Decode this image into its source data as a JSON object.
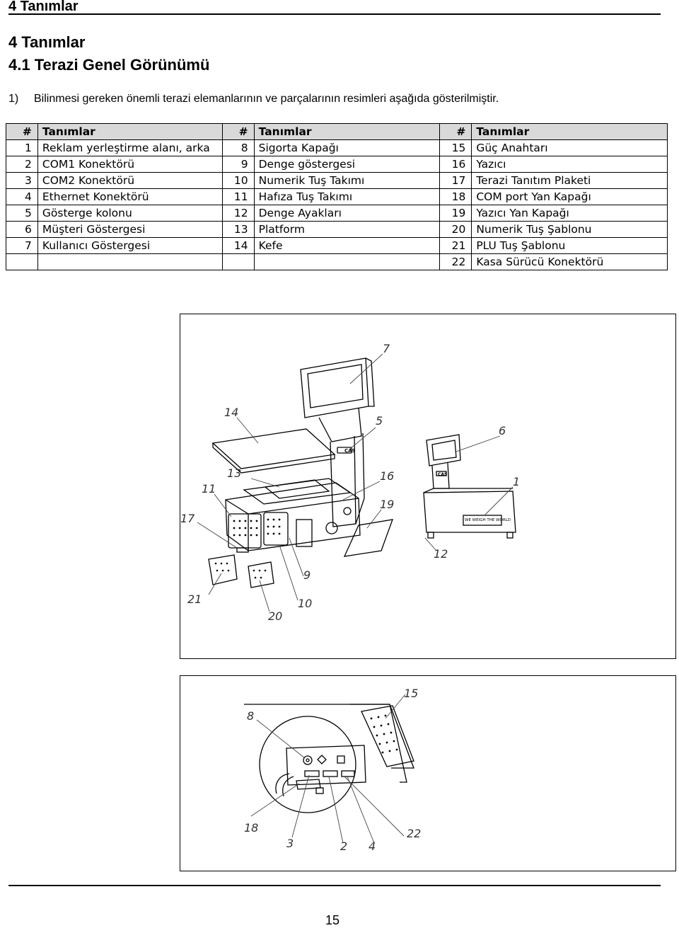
{
  "header": {
    "running_title": "4 Tanımlar"
  },
  "section": {
    "h1": "4 Tanımlar",
    "h2": "4.1 Terazi Genel Görünümü"
  },
  "intro": {
    "number": "1)",
    "text": "Bilinmesi gereken önemli terazi elemanlarının ve parçalarının resimleri aşağıda gösterilmiştir."
  },
  "table": {
    "headers": [
      "#",
      "Tanımlar",
      "#",
      "Tanımlar",
      "#",
      "Tanımlar"
    ],
    "rows": [
      [
        {
          "n": "1",
          "t": "Reklam yerleştirme alanı, arka"
        },
        {
          "n": "8",
          "t": "Sigorta Kapağı"
        },
        {
          "n": "15",
          "t": "Güç Anahtarı"
        }
      ],
      [
        {
          "n": "2",
          "t": "COM1 Konektörü"
        },
        {
          "n": "9",
          "t": "Denge göstergesi"
        },
        {
          "n": "16",
          "t": "Yazıcı"
        }
      ],
      [
        {
          "n": "3",
          "t": "COM2 Konektörü"
        },
        {
          "n": "10",
          "t": "Numerik Tuş Takımı"
        },
        {
          "n": "17",
          "t": "Terazi Tanıtım Plaketi"
        }
      ],
      [
        {
          "n": "4",
          "t": "Ethernet Konektörü"
        },
        {
          "n": "11",
          "t": "Hafıza Tuş Takımı"
        },
        {
          "n": "18",
          "t": "COM port Yan Kapağı"
        }
      ],
      [
        {
          "n": "5",
          "t": "Gösterge kolonu"
        },
        {
          "n": "12",
          "t": "Denge Ayakları"
        },
        {
          "n": "19",
          "t": "Yazıcı Yan Kapağı"
        }
      ],
      [
        {
          "n": "6",
          "t": "Müşteri Göstergesi"
        },
        {
          "n": "13",
          "t": "Platform"
        },
        {
          "n": "20",
          "t": "Numerik Tuş Şablonu"
        }
      ],
      [
        {
          "n": "7",
          "t": "Kullanıcı Göstergesi"
        },
        {
          "n": "14",
          "t": "Kefe"
        },
        {
          "n": "21",
          "t": "PLU Tuş Şablonu"
        }
      ],
      [
        {
          "n": "",
          "t": ""
        },
        {
          "n": "",
          "t": ""
        },
        {
          "n": "22",
          "t": "Kasa Sürücü Konektörü"
        }
      ]
    ]
  },
  "figure1": {
    "callouts": [
      "7",
      "14",
      "5",
      "6",
      "13",
      "16",
      "11",
      "1",
      "19",
      "17",
      "12",
      "9",
      "21",
      "10",
      "20"
    ],
    "brand_logo": "CAS",
    "plaque_text": "WE WEIGH THE WORLD"
  },
  "figure2": {
    "callouts": [
      "15",
      "8",
      "18",
      "22",
      "3",
      "2",
      "4"
    ]
  },
  "footer": {
    "page_number": "15"
  }
}
